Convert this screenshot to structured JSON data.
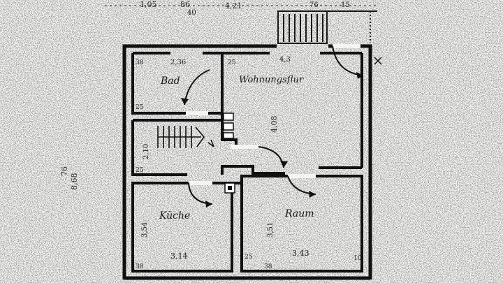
{
  "dimensions_top": {
    "a": "1,05",
    "b": "86",
    "c": "40",
    "d": "4,21",
    "e": "76",
    "f": "15"
  },
  "rooms": {
    "bath": {
      "name": "Bad",
      "width": "2,36"
    },
    "hall": {
      "name": "Wohnungsflur",
      "width": "4,3",
      "depth": "4,08"
    },
    "stairs": {
      "label": "2,10"
    },
    "kitchen": {
      "name": "Küche",
      "width": "3,14",
      "depth": "3,54"
    },
    "room": {
      "name": "Raum",
      "width": "3,43",
      "depth": "3,51"
    }
  },
  "side_dims": {
    "overall": "8,68",
    "overall_top": "76",
    "left_a": "38",
    "left_b": "25",
    "left_c": "25",
    "left_d": "38",
    "hall_wall": "25",
    "room_wall": "25",
    "room_bottom": "38",
    "right_corner": "10"
  }
}
